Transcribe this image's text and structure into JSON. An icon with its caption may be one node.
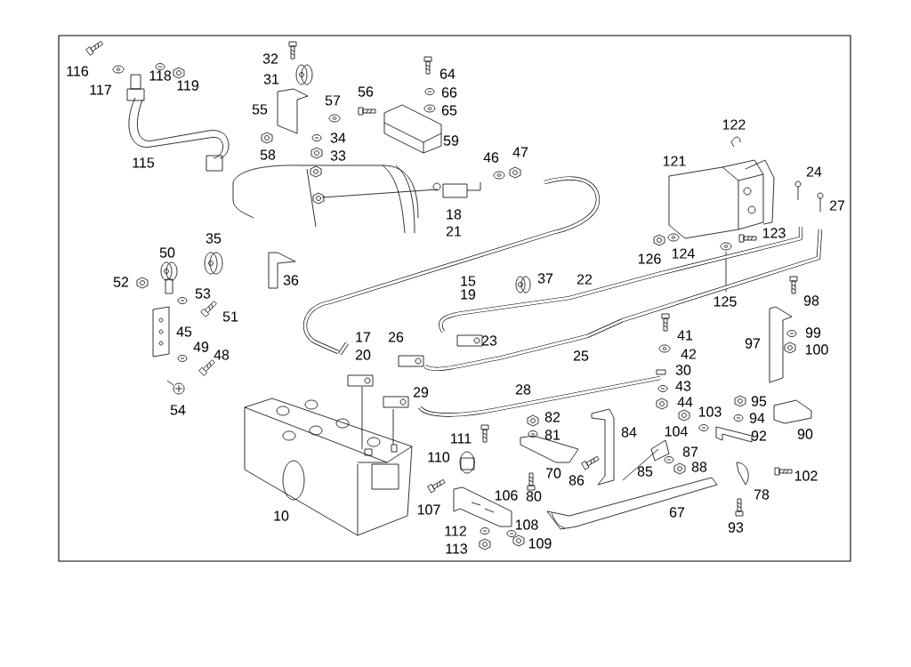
{
  "diagram": {
    "labels": [
      "116",
      "117",
      "118",
      "119",
      "32",
      "31",
      "56",
      "64",
      "66",
      "65",
      "57",
      "55",
      "59",
      "34",
      "58",
      "33",
      "115",
      "122",
      "46",
      "47",
      "121",
      "24",
      "18",
      "27",
      "21",
      "35",
      "50",
      "123",
      "126",
      "124",
      "52",
      "36",
      "15",
      "37",
      "22",
      "53",
      "19",
      "125",
      "98",
      "51",
      "41",
      "17",
      "26",
      "23",
      "45",
      "97",
      "99",
      "100",
      "49",
      "48",
      "20",
      "25",
      "42",
      "30",
      "43",
      "28",
      "29",
      "54",
      "95",
      "44",
      "103",
      "94",
      "104",
      "82",
      "84",
      "92",
      "90",
      "81",
      "111",
      "87",
      "110",
      "70",
      "86",
      "85",
      "88",
      "102",
      "106",
      "80",
      "78",
      "107",
      "10",
      "67",
      "108",
      "93",
      "112",
      "109",
      "113"
    ]
  }
}
